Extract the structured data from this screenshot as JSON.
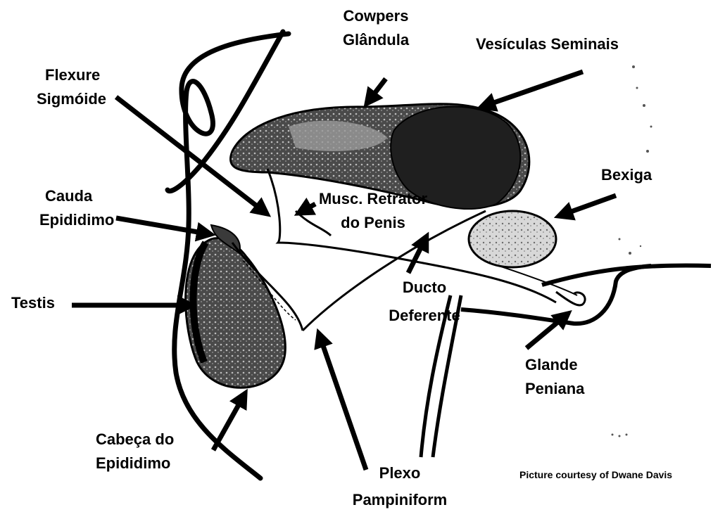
{
  "labels": {
    "cowpers": [
      "Cowpers",
      "Glândula"
    ],
    "vesiculas": [
      "Vesículas Seminais"
    ],
    "flexure": [
      "Flexure",
      "Sigmóide"
    ],
    "bexiga": [
      "Bexiga"
    ],
    "cauda": [
      "Cauda",
      "Epididimo"
    ],
    "retrator": [
      "Musc. Retrator",
      "do Penis"
    ],
    "testis": [
      "Testis"
    ],
    "ducto": [
      "Ducto",
      "Deferente"
    ],
    "glande": [
      "Glande",
      "Peniana"
    ],
    "cabeca": [
      "Cabeça do",
      "Epididimo"
    ],
    "plexo": [
      "Plexo",
      "Pampiniform"
    ],
    "credit": "Picture courtesy of Dwane Davis"
  },
  "colors": {
    "ink": "#000000",
    "tissue_dark": "#2a2a2a",
    "tissue_mid": "#6b6b6b",
    "tissue_light": "#b5b5b5"
  }
}
